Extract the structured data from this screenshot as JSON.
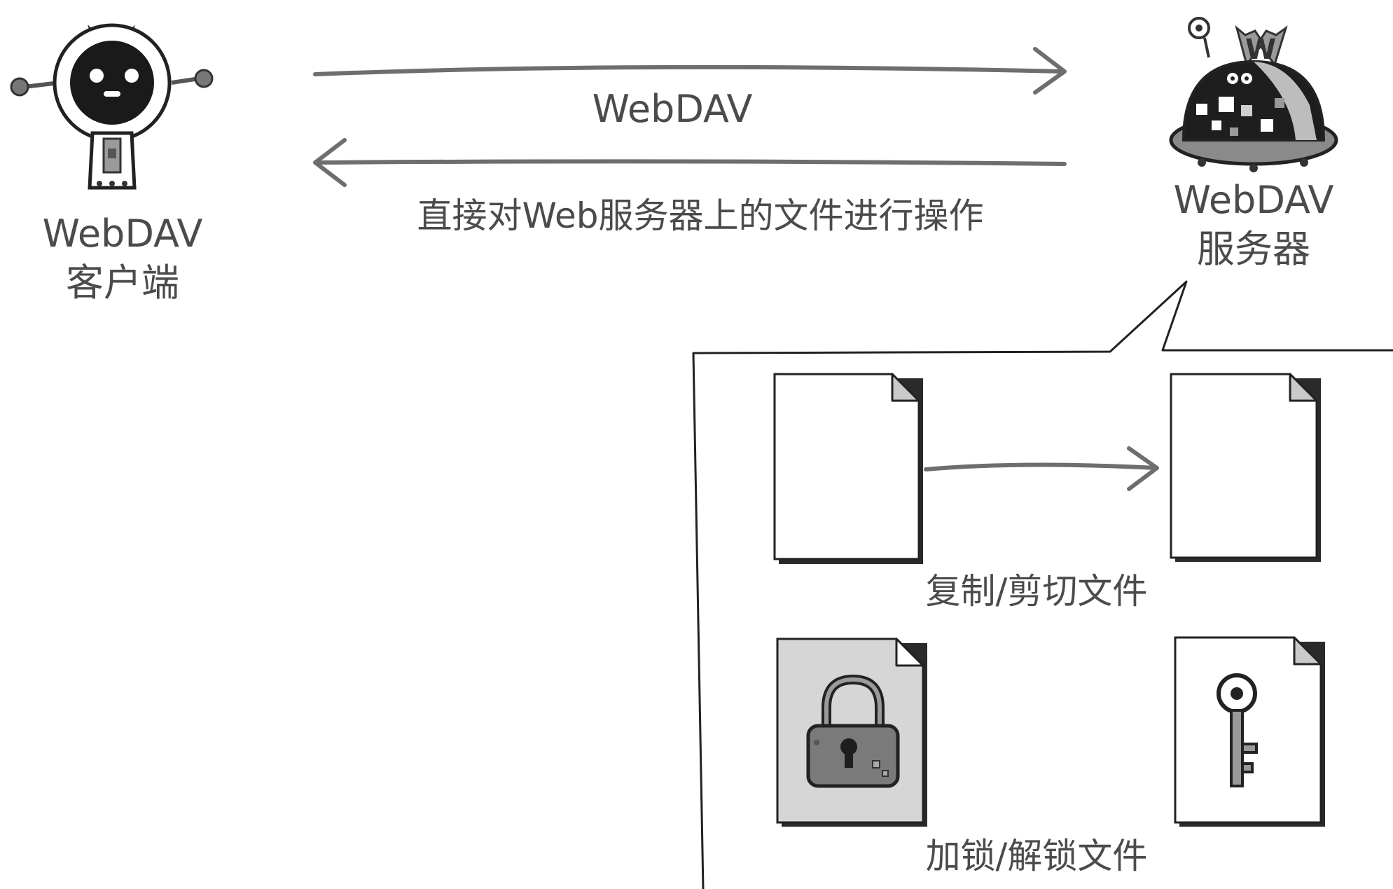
{
  "client": {
    "title": "WebDAV",
    "subtitle": "客户端"
  },
  "server": {
    "title": "WebDAV",
    "subtitle": "服务器"
  },
  "protocol": {
    "label": "WebDAV",
    "description": "直接对Web服务器上的文件进行操作"
  },
  "operations": {
    "copy_label": "复制/剪切文件",
    "lock_label": "加锁/解锁文件"
  },
  "icons": {
    "client": "client-robot-icon",
    "server": "server-robot-icon",
    "document": "document-icon",
    "lock": "padlock-icon",
    "key": "key-icon"
  },
  "colors": {
    "line": "#6e6e6e",
    "locked_doc": "#d6d6d6",
    "dark": "#2a2a2a"
  }
}
